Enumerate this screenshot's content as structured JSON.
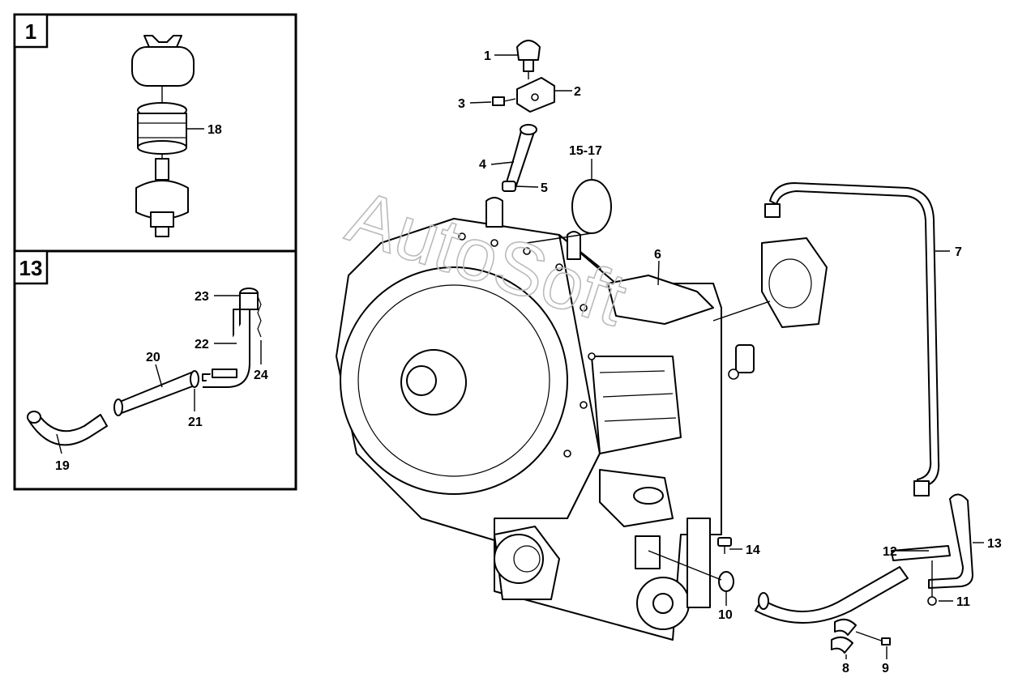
{
  "watermark": "AutoSoft",
  "inset_boxes": [
    {
      "number": "1",
      "callouts": [
        "18"
      ]
    },
    {
      "number": "13",
      "callouts": [
        "19",
        "20",
        "21",
        "22",
        "23",
        "24"
      ]
    }
  ],
  "callouts": {
    "c1": "1",
    "c2": "2",
    "c3": "3",
    "c4": "4",
    "c5": "5",
    "c6": "6",
    "c7": "7",
    "c8": "8",
    "c9": "9",
    "c10": "10",
    "c11": "11",
    "c12": "12",
    "c13": "13",
    "c14": "14",
    "c15_17": "15-17",
    "c18": "18",
    "c19": "19",
    "c20": "20",
    "c21": "21",
    "c22": "22",
    "c23": "23",
    "c24": "24"
  }
}
